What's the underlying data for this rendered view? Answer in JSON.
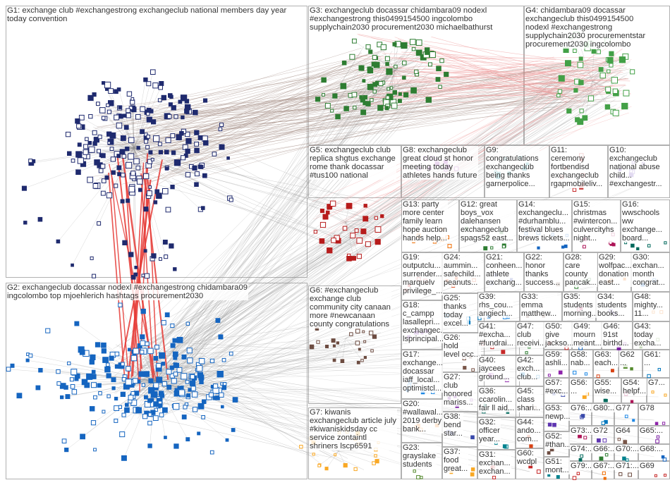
{
  "groups": [
    {
      "id": "G1",
      "label": "G1: exchange club #exchangestrong exchangeclub national members day year\ntoday convention",
      "color": "#1f2a6e"
    },
    {
      "id": "G2",
      "label": "G2: exchangeclub docassar nodexl #exchangestrong chidambara09\ningcolombo top mjoehlerich hashtags procurement2030",
      "color": "#1565c0"
    },
    {
      "id": "G3",
      "label": "G3: exchangeclub docassar chidambara09 nodexl\n#exchangestrong this0499154500 ingcolombo\nsupplychain2030 procurement2030 michaelbathurst",
      "color": "#2e7d32"
    },
    {
      "id": "G4",
      "label": "G4: chidambara09 docassar\nexchangeclub this0499154500\nnodexl #exchangestrong\nsupplychain2030 procurementstar\nprocurement2030 ingcolombo",
      "color": "#43a047"
    },
    {
      "id": "G5",
      "label": "G5: exchangeclub club\nreplica shgtus exchange\nrome thank docassar\n#tus100 national",
      "color": "#b71c1c"
    },
    {
      "id": "G6",
      "label": "G6: #exchangeclub\nexchange club\ncommunity city canaan\nmore #newcanaan\ncounty congratulations",
      "color": "#6d4c41"
    },
    {
      "id": "G7",
      "label": "G7: kiwanis\nexchangeclub article july\n#kiwaniskidsday cc\nservice zontaintl\nshriners lscp6591",
      "color": "#f9a825"
    },
    {
      "id": "G8",
      "label": "G8: exchangeclub\ngreat cloud st honor\nmeeting today\nathletes hands future",
      "color": "#8e24aa"
    },
    {
      "id": "G9",
      "label": "G9:\ncongratulations\nexchangeclub\nbeing thanks\ngarnerpolice...",
      "color": "#00838f"
    },
    {
      "id": "G10",
      "label": "G10:\nexchangeclub\nnational abuse\nchild...\n#exchangestr...",
      "color": "#5e35b1"
    },
    {
      "id": "G11",
      "label": "G11:\nceremony\nfortbendisd\nexchangeclub\nrgapmobileliv...",
      "color": "#c62828"
    },
    {
      "id": "G12",
      "label": "G12: great\nboys_vox\ndalehansen\nexchangeclub\nspags52 east...",
      "color": "#2e7d32"
    },
    {
      "id": "G13",
      "label": "G13: party\nmore center\nfamily learn\nhope auction\nhands help...",
      "color": "#ef6c00"
    },
    {
      "id": "G14",
      "label": "G14:\nexchangeclu...\n#durhamblu...\nfestival blues\nbrews tickets...",
      "color": "#1565c0"
    },
    {
      "id": "G15",
      "label": "G15:\nchristmas\n#wintercon...\nculvercityhs\nnight...",
      "color": "#ad1457"
    },
    {
      "id": "G16",
      "label": "G16:\nwwschools\nww\nexchange...\nboard...",
      "color": "#00695c"
    },
    {
      "id": "G17",
      "label": "G17:\nexchange...\ndocassar\niaff_local...\noptimistcl...",
      "color": "#1e88e5"
    },
    {
      "id": "G18",
      "label": "G18:\nc_campp\nlasallepri...\nexchangec...\nlsprincipal...",
      "color": "#6a1b9a"
    },
    {
      "id": "G19",
      "label": "G19:\noutputclu...\nsurrender...\nmarquelv\nprivilege_...",
      "color": "#c62828"
    },
    {
      "id": "G20",
      "label": "G20:\n#wallawal...\n2019 derby\nbank...",
      "color": "#f57f17"
    },
    {
      "id": "G21",
      "label": "G21:\nconheen...\nathlete\nexchang...",
      "color": "#3949ab"
    },
    {
      "id": "G22",
      "label": "G22:\nhonor\nthanks\nsuccess...",
      "color": "#8d6e63"
    },
    {
      "id": "G23",
      "label": "G23:\ngrayslake\nstudents",
      "color": "#558b2f"
    },
    {
      "id": "G24",
      "label": "G24:\naummin...\nsafechild...\npeanuts...",
      "color": "#d84315"
    },
    {
      "id": "G25",
      "label": "G25:\nthanks\ntoday\nexcel...",
      "color": "#0277bd"
    },
    {
      "id": "G26",
      "label": "G26:\nhold\nlevel occ...",
      "color": "#795548"
    },
    {
      "id": "G27",
      "label": "G27:\nclub\nhonored\nmariss...",
      "color": "#7b1fa2"
    },
    {
      "id": "G28",
      "label": "G28:\ncare\ncounty\npancak...",
      "color": "#2e7d32"
    },
    {
      "id": "G29",
      "label": "G29:\nwolfpac...\ndonation\neast...",
      "color": "#ef6c00"
    },
    {
      "id": "G30",
      "label": "G30:\nexchan...\nmonth\ncongrat...",
      "color": "#1565c0"
    },
    {
      "id": "G31",
      "label": "G31:\nexchan...\nexchan...",
      "color": "#c62828"
    },
    {
      "id": "G32",
      "label": "G32:\nofficer\nyear...",
      "color": "#00838f"
    },
    {
      "id": "G33",
      "label": "G33:\nemma\nmatthew...",
      "color": "#6d4c41"
    },
    {
      "id": "G34",
      "label": "G34:\nstudents\nbooks...",
      "color": "#5e35b1"
    },
    {
      "id": "G35",
      "label": "G35:\nstudents\nmorning...",
      "color": "#ad1457"
    },
    {
      "id": "G36",
      "label": "G36:\nccarolin...\nfair ll aid...",
      "color": "#00695c"
    },
    {
      "id": "G37",
      "label": "G37:\nfood\ngreat...",
      "color": "#f9a825"
    },
    {
      "id": "G38",
      "label": "G38:\nbend\nstar...",
      "color": "#3949ab"
    },
    {
      "id": "G39",
      "label": "G39:\nrhs_cou...\nangiech...",
      "color": "#1e88e5"
    },
    {
      "id": "G40",
      "label": "G40:\njaycees\nground...",
      "color": "#8e24aa"
    },
    {
      "id": "G41",
      "label": "G41:\n#excha...\n#fundrai...",
      "color": "#c62828"
    },
    {
      "id": "G42",
      "label": "G42:\nexch...\nclub...",
      "color": "#0277bd"
    },
    {
      "id": "G43",
      "label": "G43:\ntoday\nexcha...",
      "color": "#558b2f"
    },
    {
      "id": "G44",
      "label": "G44:\nando...\ncom...",
      "color": "#d84315"
    },
    {
      "id": "G45",
      "label": "G45:\nclass\nshari...",
      "color": "#795548"
    },
    {
      "id": "G46",
      "label": "G46:\n91st\nbirthd...",
      "color": "#7b1fa2"
    },
    {
      "id": "G47",
      "label": "G47:\nclub\nreceivi...",
      "color": "#2e7d32"
    },
    {
      "id": "G48",
      "label": "G48:\nmighty...\n11...",
      "color": "#ef6c00"
    },
    {
      "id": "G49",
      "label": "G49:\nmourn\nmeant...",
      "color": "#1565c0"
    },
    {
      "id": "G50",
      "label": "G50:\ngive\njackso...",
      "color": "#c62828"
    },
    {
      "id": "G51",
      "label": "G51:\nmont...",
      "color": "#00838f"
    },
    {
      "id": "G52",
      "label": "G52:\n#than...",
      "color": "#6d4c41"
    },
    {
      "id": "G53",
      "label": "G53:\nnewp...",
      "color": "#5e35b1"
    },
    {
      "id": "G54",
      "label": "G54:\nhelpf...",
      "color": "#ad1457"
    },
    {
      "id": "G55",
      "label": "G55:\nwise...",
      "color": "#00695c"
    },
    {
      "id": "G56",
      "label": "G56:\n...",
      "color": "#f9a825"
    },
    {
      "id": "G57",
      "label": "G57:\n#exc...",
      "color": "#3949ab"
    },
    {
      "id": "G58",
      "label": "G58:\nnab...",
      "color": "#1e88e5"
    },
    {
      "id": "G59",
      "label": "G59:\nashli...",
      "color": "#8e24aa"
    },
    {
      "id": "G60",
      "label": "G60:\nwcdpl",
      "color": "#c62828"
    },
    {
      "id": "G61",
      "label": "G61:\n...",
      "color": "#0277bd"
    },
    {
      "id": "G62",
      "label": "G62\n...",
      "color": "#558b2f"
    },
    {
      "id": "G63",
      "label": "G63:\neach...",
      "color": "#d84315"
    },
    {
      "id": "G64",
      "label": "G64",
      "color": "#795548"
    },
    {
      "id": "G65",
      "label": "G65:...",
      "color": "#7b1fa2"
    },
    {
      "id": "G66",
      "label": "G66:...",
      "color": "#2e7d32"
    },
    {
      "id": "G67",
      "label": "G67:...",
      "color": "#ef6c00"
    },
    {
      "id": "G68",
      "label": "G68:...",
      "color": "#1565c0"
    },
    {
      "id": "G69",
      "label": "G69",
      "color": "#c62828"
    },
    {
      "id": "G70",
      "label": "G70:...",
      "color": "#00838f"
    },
    {
      "id": "G71",
      "label": "G71:...",
      "color": "#6d4c41"
    },
    {
      "id": "G72",
      "label": "G72",
      "color": "#5e35b1"
    },
    {
      "id": "G73",
      "label": "G73:...",
      "color": "#ad1457"
    },
    {
      "id": "G74",
      "label": "G74:...",
      "color": "#00695c"
    },
    {
      "id": "G75",
      "label": "G7...",
      "color": "#f9a825"
    },
    {
      "id": "G76",
      "label": "G76:...",
      "color": "#3949ab"
    },
    {
      "id": "G77",
      "label": "G77",
      "color": "#1e88e5"
    },
    {
      "id": "G78",
      "label": "G78",
      "color": "#8e24aa"
    },
    {
      "id": "G79",
      "label": "G79:...",
      "color": "#c62828"
    },
    {
      "id": "G80",
      "label": "G80:...",
      "color": "#0277bd"
    }
  ],
  "colors": {
    "background": "#ffffff",
    "box_border": "#9e9e9e",
    "edge_gray": "#8a8a8a",
    "edge_red": "#e53935",
    "edge_brown": "#a1887f",
    "edge_pink": "#ef9a9a",
    "label_text": "#333333"
  }
}
